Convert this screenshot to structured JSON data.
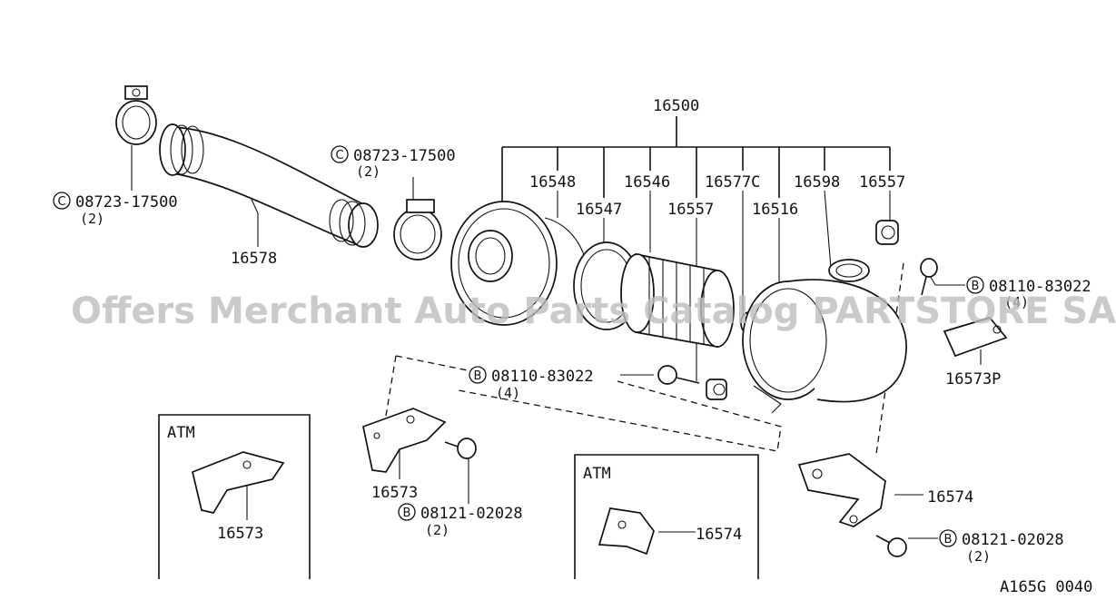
{
  "watermark": "Offers Merchant Auto Parts Catalog PARTSTORE SA",
  "diagram_code": "A165G 0040",
  "assembly_number": "16500",
  "boxes": {
    "atm_left_title": "ATM",
    "atm_right_title": "ATM"
  },
  "labels": {
    "p16548": "16548",
    "p16546": "16546",
    "p16577c": "16577C",
    "p16598": "16598",
    "p16557_top": "16557",
    "p16547": "16547",
    "p16557_mid": "16557",
    "p16516": "16516",
    "p16578": "16578",
    "p16573p": "16573P",
    "p16573": "16573",
    "p16573_atm": "16573",
    "p16574": "16574",
    "p16574_atm": "16574"
  },
  "callouts": {
    "clamp_left": {
      "prefix": "C",
      "number": "08723-17500",
      "qty": "(2)"
    },
    "clamp_mid": {
      "prefix": "C",
      "number": "08723-17500",
      "qty": "(2)"
    },
    "bolt_right": {
      "prefix": "B",
      "number": "08110-83022",
      "qty": "(4)"
    },
    "bolt_mid": {
      "prefix": "B",
      "number": "08110-83022",
      "qty": "(4)"
    },
    "bolt_lower_left": {
      "prefix": "B",
      "number": "08121-02028",
      "qty": "(2)"
    },
    "bolt_lower_right": {
      "prefix": "B",
      "number": "08121-02028",
      "qty": "(2)"
    }
  }
}
